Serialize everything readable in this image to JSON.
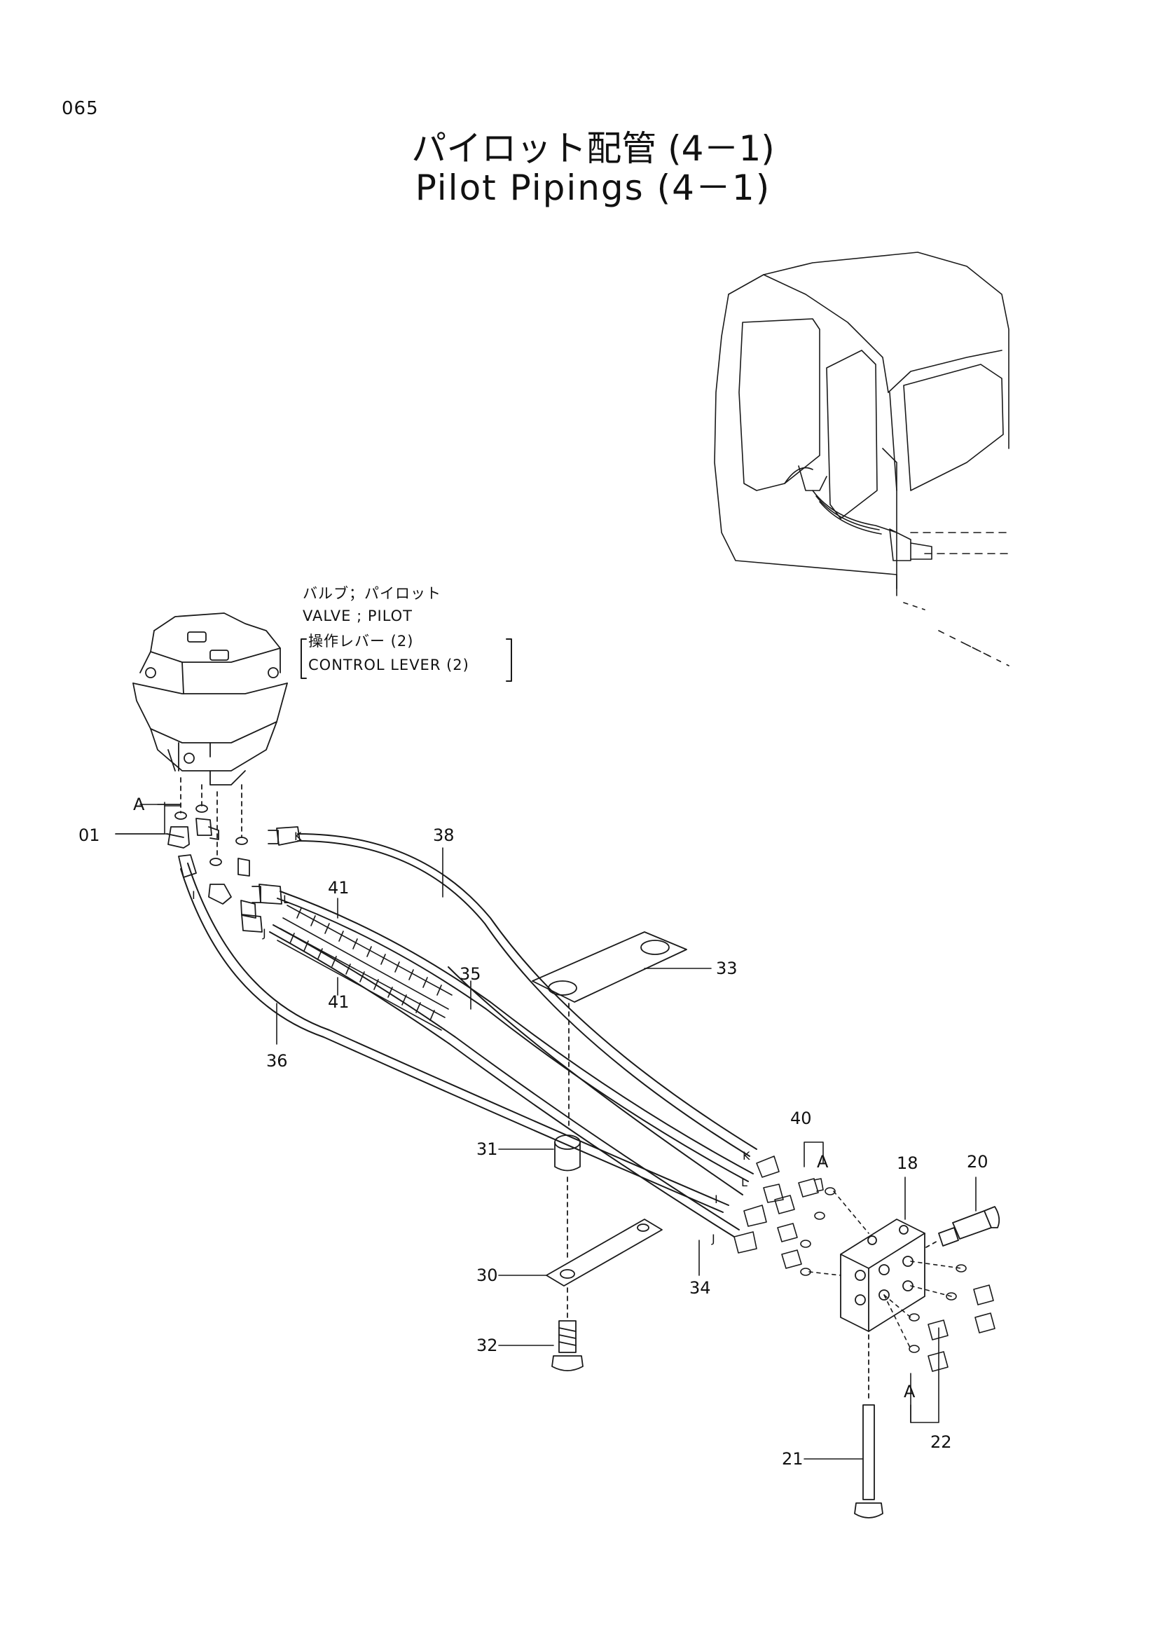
{
  "page_number": "065",
  "title_jp": "パイロット配管 (4－1)",
  "title_en": "Pilot Pipings (4－1)",
  "valve_note": {
    "line1": "バルブ；パイロット",
    "line2": "VALVE ; PILOT",
    "line3": "操作レバー (2)",
    "line4": "CONTROL LEVER (2)"
  },
  "callouts": {
    "c01": "01",
    "c18": "18",
    "c20": "20",
    "c21": "21",
    "c22": "22",
    "c30": "30",
    "c31": "31",
    "c32": "32",
    "c33": "33",
    "c34": "34",
    "c35": "35",
    "c36": "36",
    "c38": "38",
    "c40": "40",
    "c41a": "41",
    "c41b": "41"
  },
  "markers": {
    "a_left": "A",
    "a_right": "A",
    "a_bottom": "A",
    "k1": "K",
    "l1": "L",
    "j1": "J",
    "i1": "I",
    "k2": "K",
    "l2": "L",
    "i2": "I",
    "j2": "J"
  }
}
